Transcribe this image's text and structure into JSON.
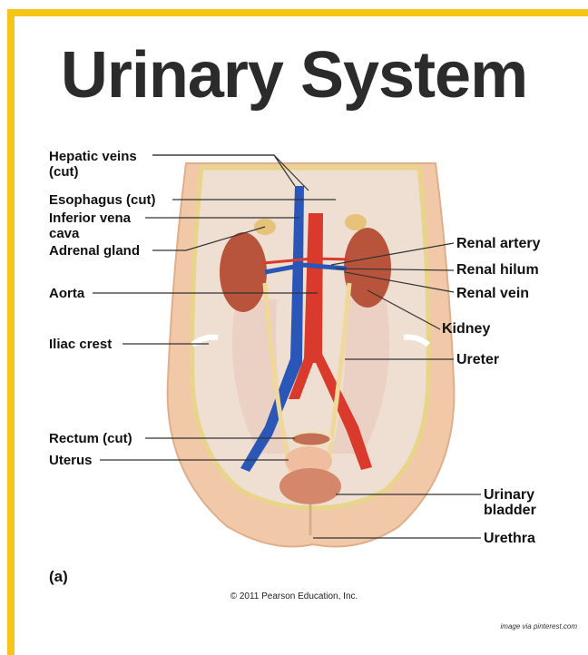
{
  "title": "Urinary System",
  "labels_left": {
    "hepatic": "Hepatic veins\n(cut)",
    "esophagus": "Esophagus (cut)",
    "ivc": "Inferior vena\ncava",
    "adrenal": "Adrenal gland",
    "aorta": "Aorta",
    "iliac": "Iliac crest",
    "rectum": "Rectum (cut)",
    "uterus": "Uterus"
  },
  "labels_right": {
    "renal_artery": "Renal artery",
    "renal_hilum": "Renal hilum",
    "renal_vein": "Renal vein",
    "kidney": "Kidney",
    "ureter": "Ureter",
    "bladder": "Urinary\nbladder",
    "urethra": "Urethra"
  },
  "panel_label": "(a)",
  "copyright": "© 2011 Pearson Education, Inc.",
  "credit": "image via pinterest.com",
  "colors": {
    "frame": "#f5c518",
    "artery": "#d93a2b",
    "vein": "#2a56b8",
    "kidney": "#b8543c",
    "skin": "#f2c9a8"
  }
}
